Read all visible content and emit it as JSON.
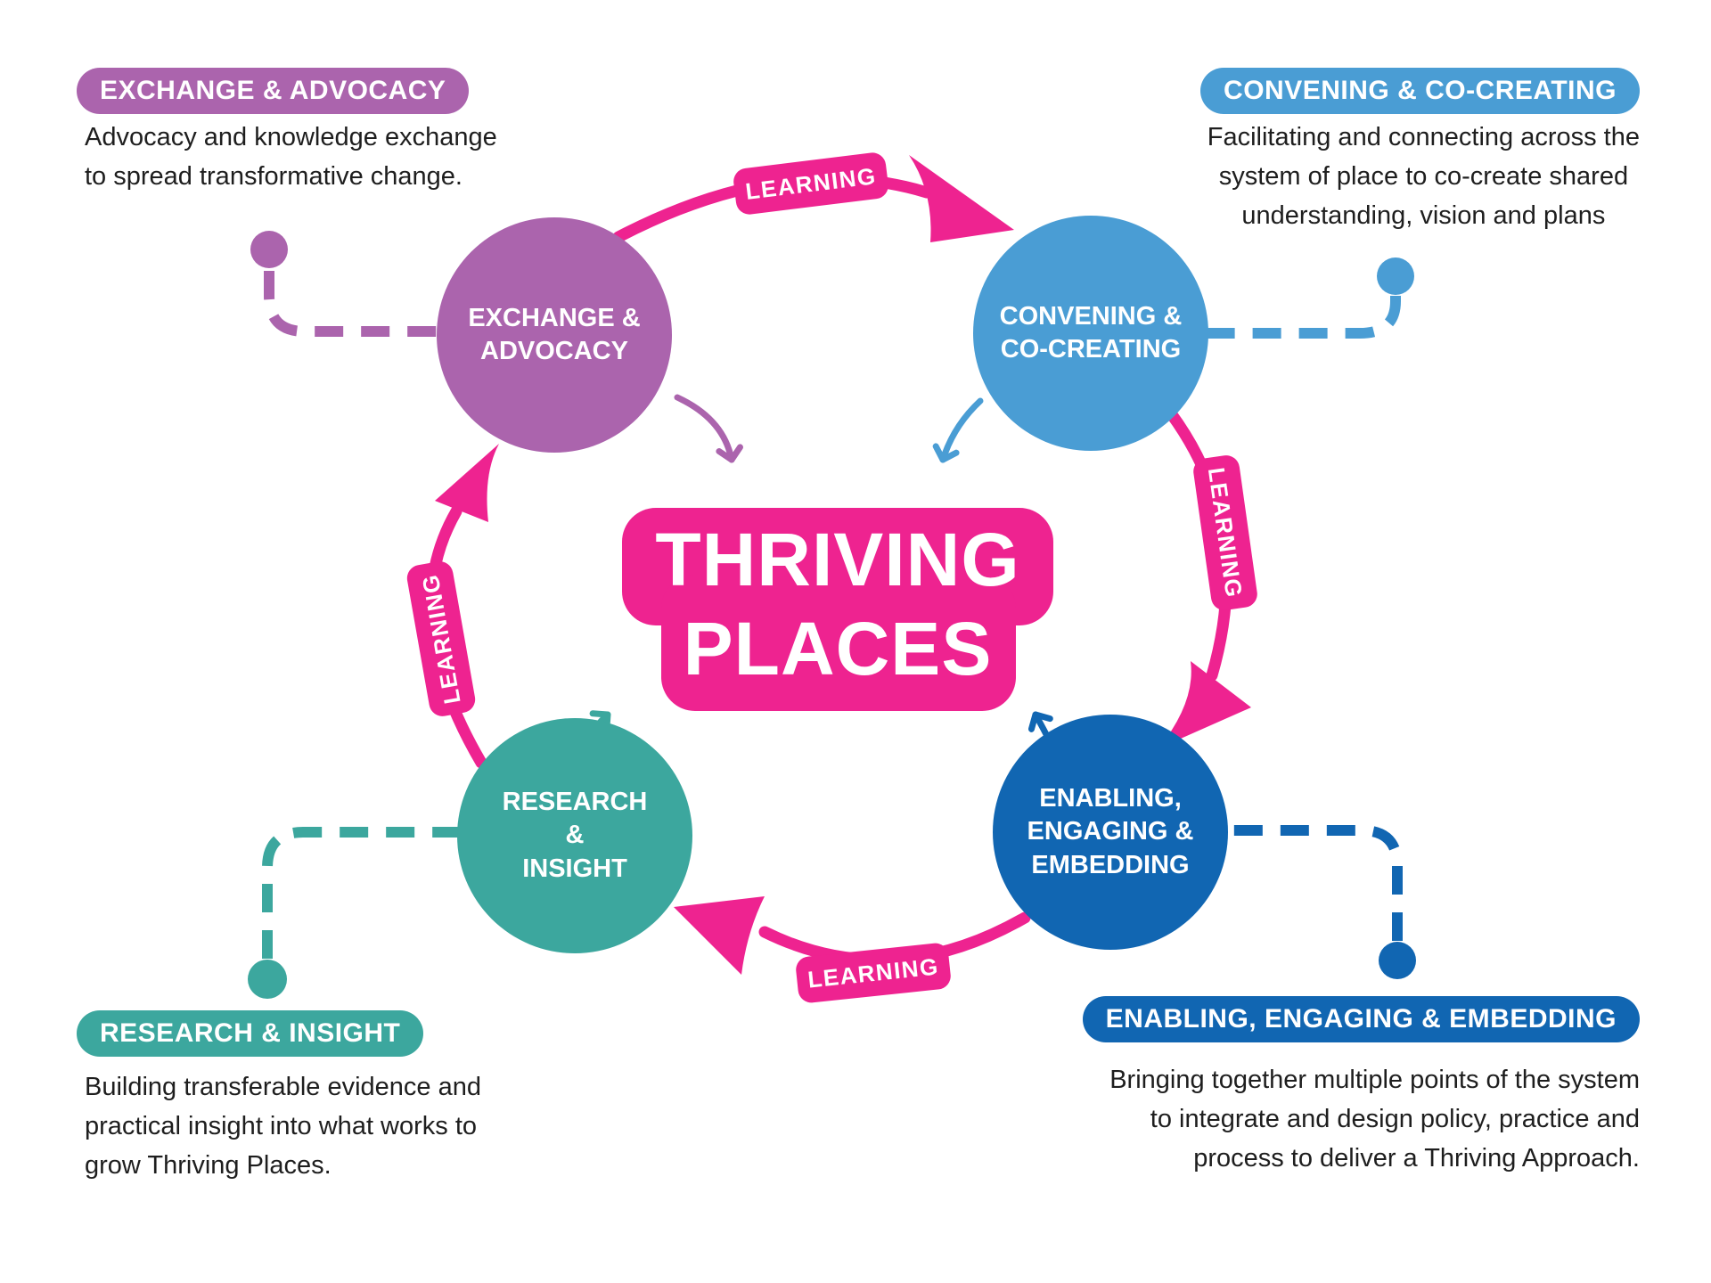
{
  "title": "Thriving Places learning cycle diagram",
  "colors": {
    "pink": "#EE2390",
    "purple": "#AB64AD",
    "blue": "#4A9DD4",
    "teal": "#3CA79E",
    "darkblue": "#1166B2",
    "ink": "#1E1E1E",
    "bg": "#FFFFFF"
  },
  "center": {
    "line1": "THRIVING",
    "line2": "PLACES"
  },
  "learning_labels": {
    "top": "LEARNING",
    "right": "LEARNING",
    "bottom": "LEARNING",
    "left": "LEARNING"
  },
  "circles": {
    "exchange": {
      "label": "EXCHANGE &\nADVOCACY"
    },
    "convening": {
      "label": "CONVENING &\nCO-CREATING"
    },
    "research": {
      "label": "RESEARCH\n&\nINSIGHT"
    },
    "enabling": {
      "label": "ENABLING,\nENGAGING &\nEMBEDDING"
    }
  },
  "callouts": {
    "exchange": {
      "heading": "EXCHANGE & ADVOCACY",
      "description": "Advocacy and knowledge exchange\nto spread transformative change."
    },
    "convening": {
      "heading": "CONVENING & CO-CREATING",
      "description": "Facilitating and connecting across the\nsystem of place to co-create shared\nunderstanding, vision and plans"
    },
    "research": {
      "heading": "RESEARCH & INSIGHT",
      "description": "Building transferable evidence and\npractical insight into what works to\ngrow Thriving Places."
    },
    "enabling": {
      "heading": "ENABLING, ENGAGING & EMBEDDING",
      "description": "Bringing together multiple points of the system\nto integrate and design policy, practice and\nprocess to deliver a Thriving Approach."
    }
  }
}
